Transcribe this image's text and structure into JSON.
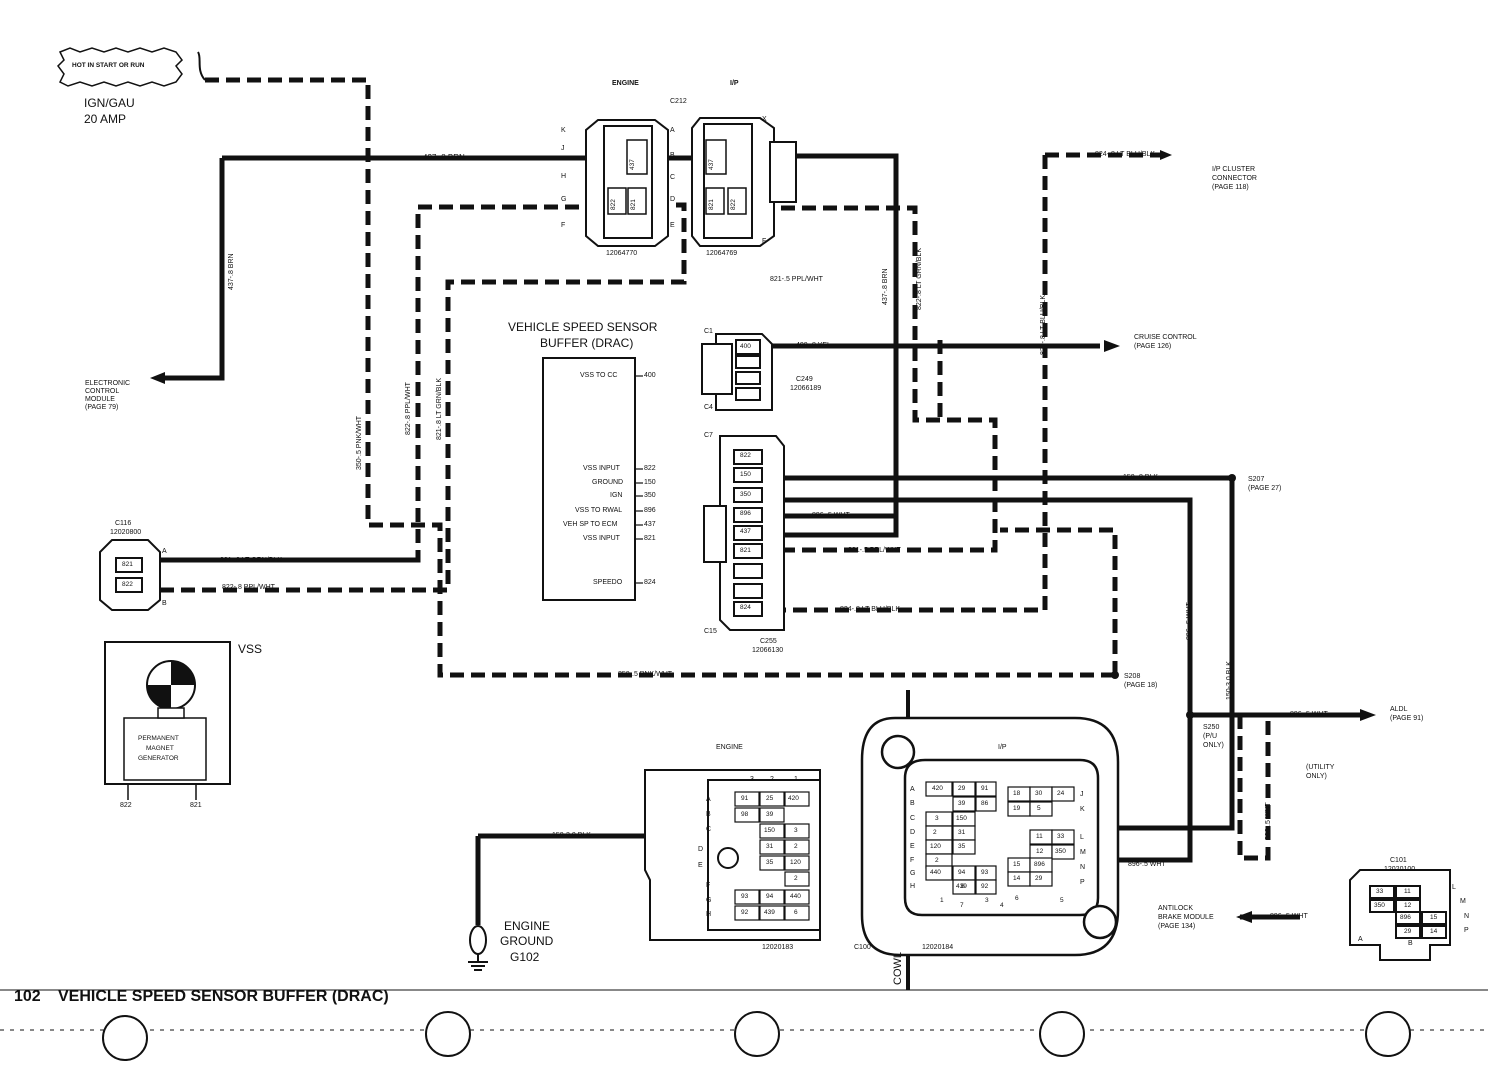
{
  "page": {
    "number": "102",
    "title": "VEHICLE SPEED SENSOR BUFFER (DRAC)"
  },
  "fuse": {
    "hot_label": "HOT IN START OR RUN",
    "name": "IGN/GAU",
    "rating": "20 AMP"
  },
  "module": {
    "title_line1": "VEHICLE SPEED SENSOR",
    "title_line2": "BUFFER (DRAC)",
    "pins": [
      {
        "name": "VSS TO CC",
        "num": "400"
      },
      {
        "name": "VSS INPUT",
        "num": "822"
      },
      {
        "name": "GROUND",
        "num": "150"
      },
      {
        "name": "IGN",
        "num": "350"
      },
      {
        "name": "VSS TO RWAL",
        "num": "896"
      },
      {
        "name": "VEH SP TO ECM",
        "num": "437"
      },
      {
        "name": "VSS INPUT",
        "num": "821"
      },
      {
        "name": "SPEEDO",
        "num": "824"
      }
    ]
  },
  "c212": {
    "id": "C212",
    "side_engine": "ENGINE",
    "side_ip": "I/P",
    "part_engine": "12064770",
    "part_ip": "12064769",
    "left_letters": [
      "K",
      "J",
      "H",
      "G",
      "F"
    ],
    "mid_letters": [
      "A",
      "B",
      "C",
      "D",
      "E"
    ],
    "right_letters": [
      "X",
      "F"
    ],
    "cavities": [
      "437",
      "822",
      "821",
      "437",
      "821",
      "822"
    ]
  },
  "c249": {
    "c1": "C1",
    "c4": "C4",
    "id": "C249",
    "part": "12066189",
    "cavity": "400"
  },
  "c255": {
    "c7": "C7",
    "c15": "C15",
    "id": "C255",
    "part": "12066130",
    "cavities": [
      "822",
      "150",
      "350",
      "896",
      "437",
      "821",
      "824"
    ]
  },
  "c116": {
    "id": "C116",
    "part": "12020800",
    "a": "A",
    "b": "B",
    "cavities": [
      "821",
      "822"
    ]
  },
  "vss": {
    "label": "VSS",
    "box_line1": "PERMANENT",
    "box_line2": "MAGNET",
    "box_line3": "GENERATOR",
    "lead1": "822",
    "lead2": "821"
  },
  "wires": {
    "w437_brn": "437-.8 BRN",
    "w437_brn_v": "437-.8 BRN",
    "w437_brn_v2": "437-.8 BRN",
    "w824_top": "824-.8 LT BLU/BLK",
    "w824_v": "824-.8 LT BLU/BLK",
    "w824_bot": "824-.8 LT BLU/BLK",
    "w821_ppl": "821-.5 PPL/WHT",
    "w821_ppl_low": "821-.5 PPL/WHT",
    "w822_grn_v": "822-.8 LT GRN/BLK",
    "w821_grn_v": "821-.8 LT GRN/BLK",
    "w822_ppl_v": "822-.8 PPL/WHT",
    "w350_v": "350-.5 PNK/WHT",
    "w350_h": "350-.5 PNK/WHT",
    "w400": "400-.8 YEL",
    "w150": "150-.8 BLK",
    "w896": "896-.5 WHT",
    "w896_v": "896-.5 WHT",
    "w150_3": "150-3.0 BLK",
    "w150_3_v": "150-3.0 BLK",
    "w896_aldl": "896-.5 WHT",
    "w896_fb": "896-.5 WHT",
    "w896_fb2": "896-.5 WHT",
    "w896_abs": "896-.5 WHT",
    "w821_c116": "821-.8 LT GRN/BLK",
    "w822_c116": "822-.8 PPL/WHT"
  },
  "destinations": {
    "ip_cluster": [
      "I/P CLUSTER",
      "CONNECTOR",
      "(PAGE 118)"
    ],
    "ecm": [
      "ELECTRONIC",
      "CONTROL",
      "MODULE",
      "(PAGE 79)"
    ],
    "cruise": [
      "CRUISE CONTROL",
      "(PAGE 126)"
    ],
    "aldl": [
      "ALDL",
      "(PAGE 91)"
    ],
    "abs": [
      "ANTILOCK",
      "BRAKE MODULE",
      "(PAGE 134)"
    ]
  },
  "splices": {
    "s207": [
      "S207",
      "(PAGE 27)"
    ],
    "s208": [
      "S208",
      "(PAGE 18)"
    ],
    "s250": [
      "S250",
      "(P/U",
      "ONLY)"
    ],
    "utility": [
      "(UTILITY",
      "ONLY)"
    ]
  },
  "ground": {
    "l1": "ENGINE",
    "l2": "GROUND",
    "l3": "G102"
  },
  "engine_block": {
    "title": "ENGINE",
    "part": "12020183",
    "cols": [
      "3",
      "2",
      "1"
    ],
    "rows": [
      "A",
      "B",
      "C",
      "D",
      "E",
      "F",
      "G",
      "H"
    ],
    "cells": [
      "91",
      "25",
      "420",
      "98",
      "39",
      "150",
      "3",
      "31",
      "2",
      "35",
      "120",
      "2",
      "93",
      "94",
      "440",
      "92",
      "439",
      "6"
    ]
  },
  "ip_block": {
    "title": "I/P",
    "part": "12020184",
    "c100": "C100",
    "cowl": "COWL",
    "rows_left": [
      "A",
      "B",
      "C",
      "D",
      "E",
      "F",
      "G",
      "H"
    ],
    "rows_right": [
      "J",
      "K",
      "L",
      "M",
      "N",
      "P"
    ],
    "cells": [
      "420",
      "29",
      "91",
      "39",
      "86",
      "3",
      "150",
      "120",
      "35",
      "2",
      "440",
      "94",
      "93",
      "8",
      "439",
      "92",
      "18",
      "30",
      "24",
      "19",
      "5",
      "11",
      "33",
      "12",
      "350",
      "15",
      "896",
      "14",
      "29",
      "31",
      "2",
      "7",
      "3",
      "1",
      "6",
      "4",
      "5"
    ]
  },
  "c101": {
    "id": "C101",
    "part": "12020100",
    "cells": [
      "33",
      "11",
      "350",
      "12",
      "896",
      "15",
      "29",
      "14"
    ],
    "letters": [
      "L",
      "M",
      "N",
      "P",
      "A",
      "B"
    ]
  }
}
